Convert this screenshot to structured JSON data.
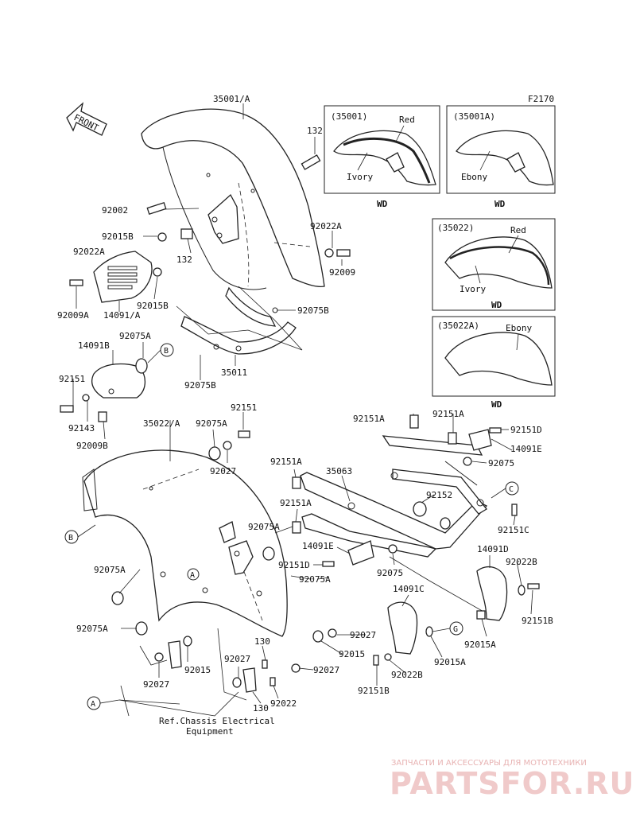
{
  "figure_code": "F2170",
  "front_arrow": "FRONT",
  "labels": {
    "l35001A": "35001/A",
    "l132a": "132",
    "l92002": "92002",
    "l92022A_r": "92022A",
    "l92015B_a": "92015B",
    "l92022A_l": "92022A",
    "l132b": "132",
    "l92009": "92009",
    "l92015B_b": "92015B",
    "l92009A": "92009A",
    "l14091A": "14091/A",
    "l92075B_a": "92075B",
    "l92075B_b": "92075B",
    "l35011": "35011",
    "l14091B": "14091B",
    "l92075A_a": "92075A",
    "l92151_a": "92151",
    "l92143": "92143",
    "l92009B": "92009B",
    "l35022A": "35022/A",
    "l92075A_b": "92075A",
    "l92151_b": "92151",
    "l92027_a": "92027",
    "l92151A_a": "92151A",
    "l92151A_b": "92151A",
    "l92151D_a": "92151D",
    "l14091E_a": "14091E",
    "l92075_a": "92075",
    "l92151A_c": "92151A",
    "l35063": "35063",
    "l92151A_d": "92151A",
    "l92152": "92152",
    "l92151C": "92151C",
    "l92075A_c": "92075A",
    "l14091E_b": "14091E",
    "l92075_b": "92075",
    "l92151D_b": "92151D",
    "l92075A_d": "92075A",
    "l14091D": "14091D",
    "l92022B_a": "92022B",
    "l92075A_e": "92075A",
    "l14091C": "14091C",
    "l92151B_a": "92151B",
    "l92075A_f": "92075A",
    "l92027_b": "92027",
    "l92015_a": "92015",
    "l92015A_a": "92015A",
    "l92015A_b": "92015A",
    "l130_a": "130",
    "l92027_c": "92027",
    "l92027_d": "92027",
    "l92015_b": "92015",
    "l92027_e": "92027",
    "l92022": "92022",
    "l92022B_b": "92022B",
    "l130_b": "130",
    "l92151B_b": "92151B"
  },
  "callouts": {
    "A": "A",
    "B": "B",
    "C": "C",
    "G": "G"
  },
  "variants": [
    {
      "code": "(35001)",
      "color_1": "Red",
      "color_2": "Ivory",
      "region": "WD"
    },
    {
      "code": "(35001A)",
      "color_1": "Ebony",
      "region": "WD"
    },
    {
      "code": "(35022)",
      "color_1": "Red",
      "color_2": "Ivory",
      "region": "WD"
    },
    {
      "code": "(35022A)",
      "color_1": "Ebony",
      "region": "WD"
    }
  ],
  "reference_note": {
    "line1": "Ref.Chassis Electrical",
    "line2": "Equipment"
  },
  "watermark": {
    "tagline": "ЗАПЧАСТИ И АКСЕССУАРЫ ДЛЯ МОТОТЕХНИКИ",
    "brand": "PARTSFOR.RU"
  }
}
